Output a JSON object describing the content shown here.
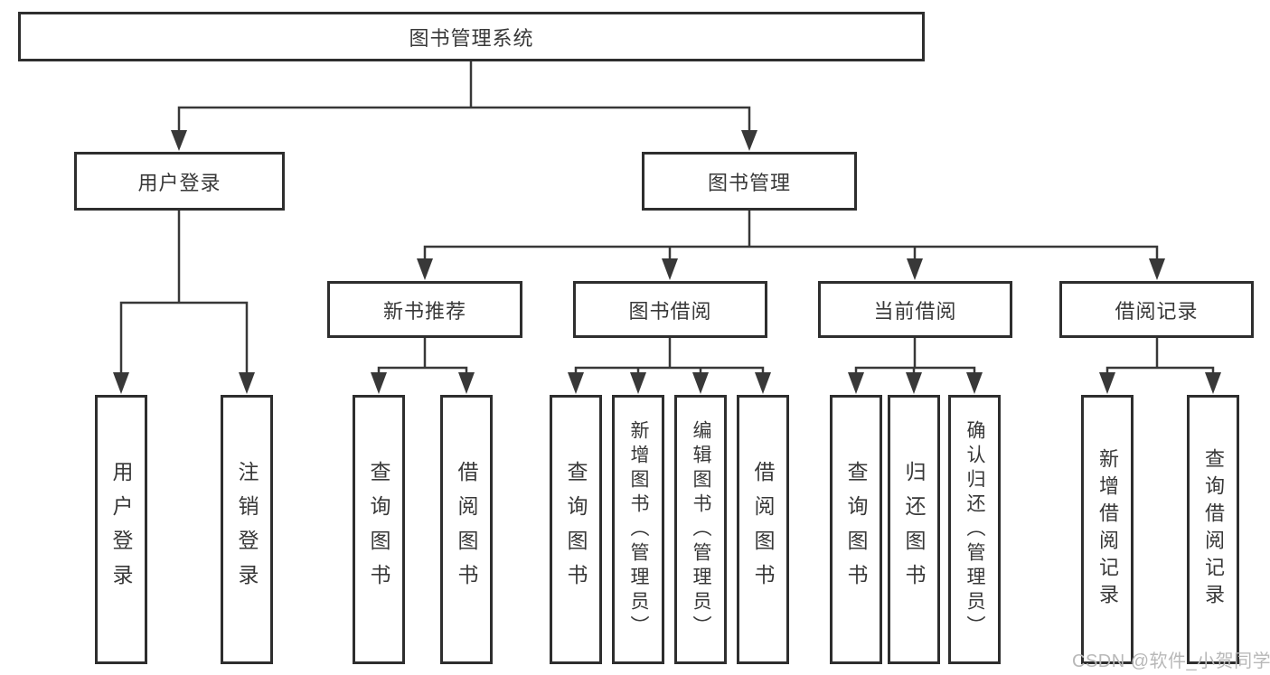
{
  "tree": {
    "root": {
      "label": "图书管理系统"
    },
    "user_login": {
      "label": "用户登录",
      "children": [
        {
          "label": "用户登录"
        },
        {
          "label": "注销登录"
        }
      ]
    },
    "book_management": {
      "label": "图书管理",
      "sections": {
        "new_book_recommend": {
          "label": "新书推荐",
          "children": [
            {
              "label": "查询图书"
            },
            {
              "label": "借阅图书"
            }
          ]
        },
        "book_borrowing": {
          "label": "图书借阅",
          "children": [
            {
              "label": "查询图书"
            },
            {
              "label": "新增图书（管理员）"
            },
            {
              "label": "编辑图书（管理员）"
            },
            {
              "label": "借阅图书"
            }
          ]
        },
        "current_borrowing": {
          "label": "当前借阅",
          "children": [
            {
              "label": "查询图书"
            },
            {
              "label": "归还图书"
            },
            {
              "label": "确认归还（管理员）"
            }
          ]
        },
        "borrowing_records": {
          "label": "借阅记录",
          "children": [
            {
              "label": "新增借阅记录"
            },
            {
              "label": "查询借阅记录"
            }
          ]
        }
      }
    }
  },
  "watermark": {
    "text": "CSDN @软件_小贺同学"
  },
  "colors": {
    "line": "#383838",
    "box_border": "#2e2e2e",
    "text": "#383838",
    "watermark": "#b8b8b8",
    "background": "#ffffff"
  }
}
